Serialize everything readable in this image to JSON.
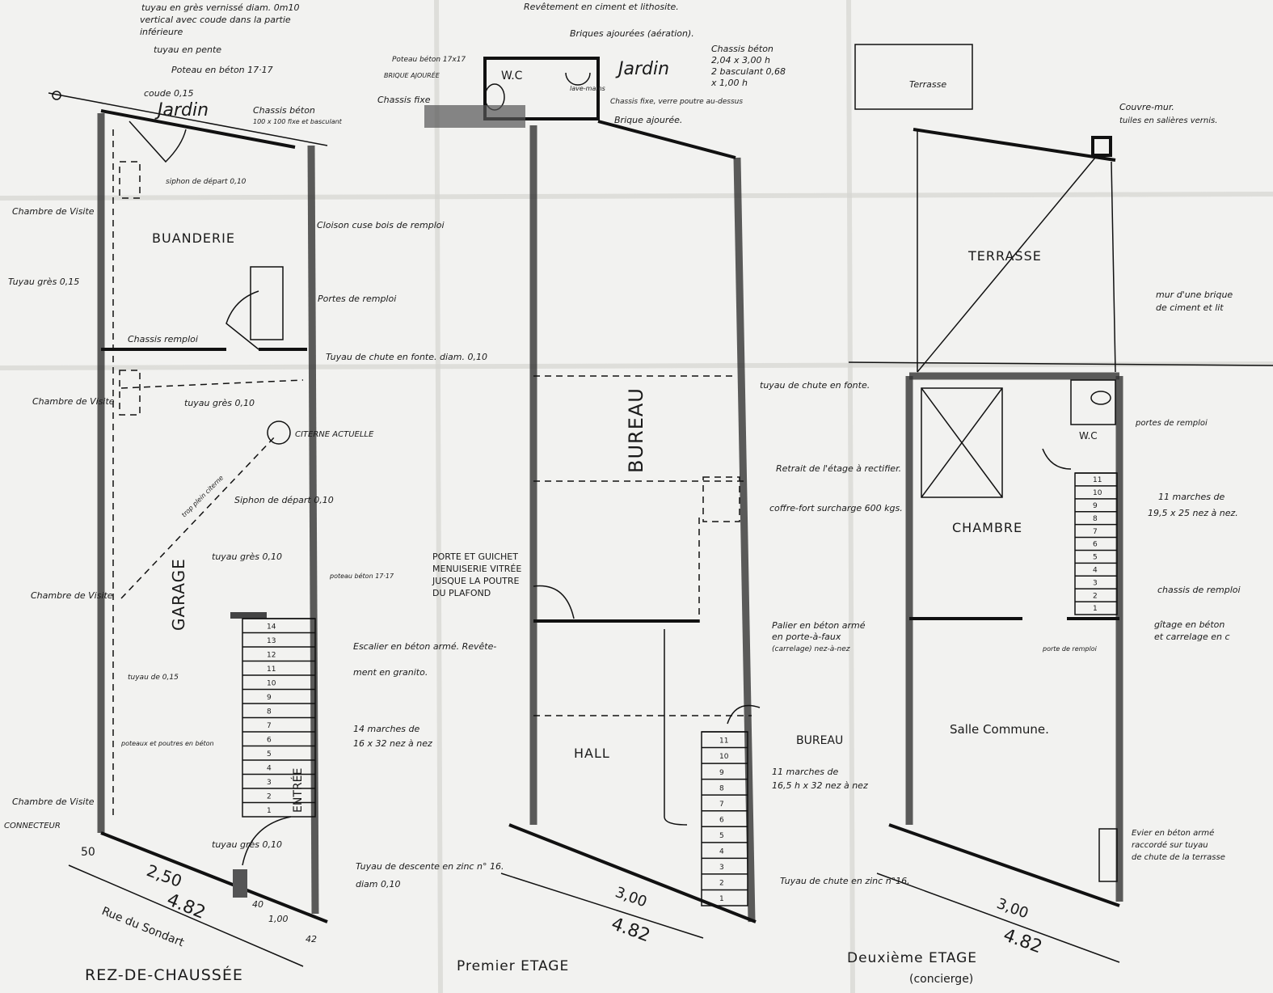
{
  "plans": {
    "ground_floor": {
      "title": "REZ-DE-CHAUSSÉE",
      "street": "Rue du Sondart",
      "rooms": [
        "BUANDERIE",
        "GARAGE",
        "Jardin"
      ],
      "notes": [
        "tuyau en grès vernissé diam. 0m10",
        "vertical avec coude dans la partie",
        "inférieure",
        "tuyau en pente",
        "Poteau en béton 17·17",
        "coude 0,15",
        "Chassis béton",
        "100 x 100 fixe et basculant",
        "siphon de départ 0,10",
        "Chambre de Visite",
        "Cloison cuse bois de remploi",
        "Tuyau grès 0,15",
        "Portes de remploi",
        "Chassis remploi",
        "Tuyau de chute en fonte. diam. 0,10",
        "tuyau grès 0,10",
        "Chambre de Visite",
        "CITERNE ACTUELLE",
        "trop plein citerne",
        "Siphon de départ 0,10",
        "tuyau grès 0,10",
        "Chambre de Visite",
        "poteau béton 17·17",
        "Escalier en béton armé. Revête-",
        "ment en granito.",
        "14 marches de",
        "16 x 32 nez à nez",
        "tuyau de 0,15",
        "poteaux et poutres en béton",
        "ENTRÉE",
        "Chambre de Visite",
        "CONNECTEUR",
        "tuyau grès 0,10",
        "Tuyau de descente en zinc n° 16.",
        "diam 0,10"
      ],
      "dimensions": [
        "50",
        "2,50",
        "4.82",
        "40",
        "1,00",
        "42"
      ],
      "stair_numbers": [
        "1",
        "2",
        "3",
        "4",
        "5",
        "6",
        "7",
        "8",
        "9",
        "10",
        "11",
        "12",
        "13",
        "14"
      ]
    },
    "first_floor": {
      "title": "Premier ETAGE",
      "rooms": [
        "BUREAU",
        "HALL",
        "BUREAU",
        "Jardin",
        "W.C"
      ],
      "notes": [
        "Revêtement en ciment et lithosite.",
        "Briques ajourées (aération).",
        "Poteau béton 17x17",
        "BRIQUE AJOURÉE",
        "Chassis fixe",
        "lave-mains",
        "Chassis fixe, verre poutre au-dessus",
        "Brique ajourée.",
        "Chassis béton",
        "2,04 x 3,00 h",
        "2 basculant 0,68",
        "x 1,00 h",
        "tuyau de chute en fonte.",
        "Retrait de l'étage à rectifier.",
        "coffre-fort surcharge 600 kgs.",
        "PORTE ET GUICHET",
        "MENUISERIE VITRÉE",
        "JUSQUE LA POUTRE",
        "DU PLAFOND",
        "Palier en béton armé",
        "en porte-à-faux",
        "(carrelage) nez-à-nez",
        "11 marches de",
        "16,5 h x 32 nez à nez",
        "Tuyau de chute en zinc n°16."
      ],
      "dimensions": [
        "3,00",
        "4.82"
      ],
      "stair_numbers": [
        "1",
        "2",
        "3",
        "4",
        "5",
        "6",
        "7",
        "8",
        "9",
        "10",
        "11"
      ]
    },
    "second_floor": {
      "title": "Deuxième ETAGE",
      "subtitle": "(concierge)",
      "rooms": [
        "Terrasse",
        "TERRASSE",
        "CHAMBRE",
        "W.C",
        "Salle Commune."
      ],
      "notes": [
        "Couvre-mur.",
        "tuiles en salières vernis.",
        "mur d'une brique",
        "de ciment et lit",
        "portes de remploi",
        "11 marches de",
        "19,5 x 25 nez à nez.",
        "chassis de remploi",
        "gîtage en béton",
        "et carrelage en c",
        "porte de remploi",
        "Evier en béton armé",
        "raccordé sur tuyau",
        "de chute de la terrasse"
      ],
      "dimensions": [
        "3,00",
        "4.82"
      ],
      "stair_numbers": [
        "1",
        "2",
        "3",
        "4",
        "5",
        "6",
        "7",
        "8",
        "9",
        "10",
        "11"
      ]
    }
  }
}
